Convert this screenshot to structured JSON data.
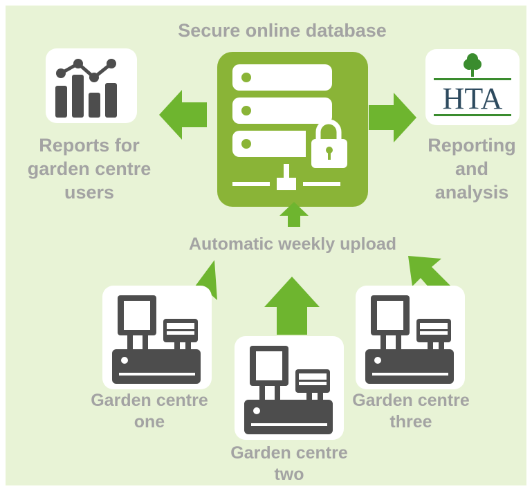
{
  "diagram": {
    "title": "Secure online database",
    "reports_label": "Reports for garden centre users",
    "reporting_label": "Reporting and analysis",
    "upload_label": "Automatic weekly upload",
    "hta_logo_text": "HTA",
    "centres": [
      {
        "label": "Garden centre one"
      },
      {
        "label": "Garden centre two"
      },
      {
        "label": "Garden centre three"
      }
    ],
    "colors": {
      "background": "#e8f3d6",
      "accent_green": "#8ab437",
      "arrow_green": "#6eb52f",
      "icon_dark": "#4d4d4d",
      "label_grey": "#a3a3a3",
      "hta_green": "#2f7d32"
    }
  }
}
